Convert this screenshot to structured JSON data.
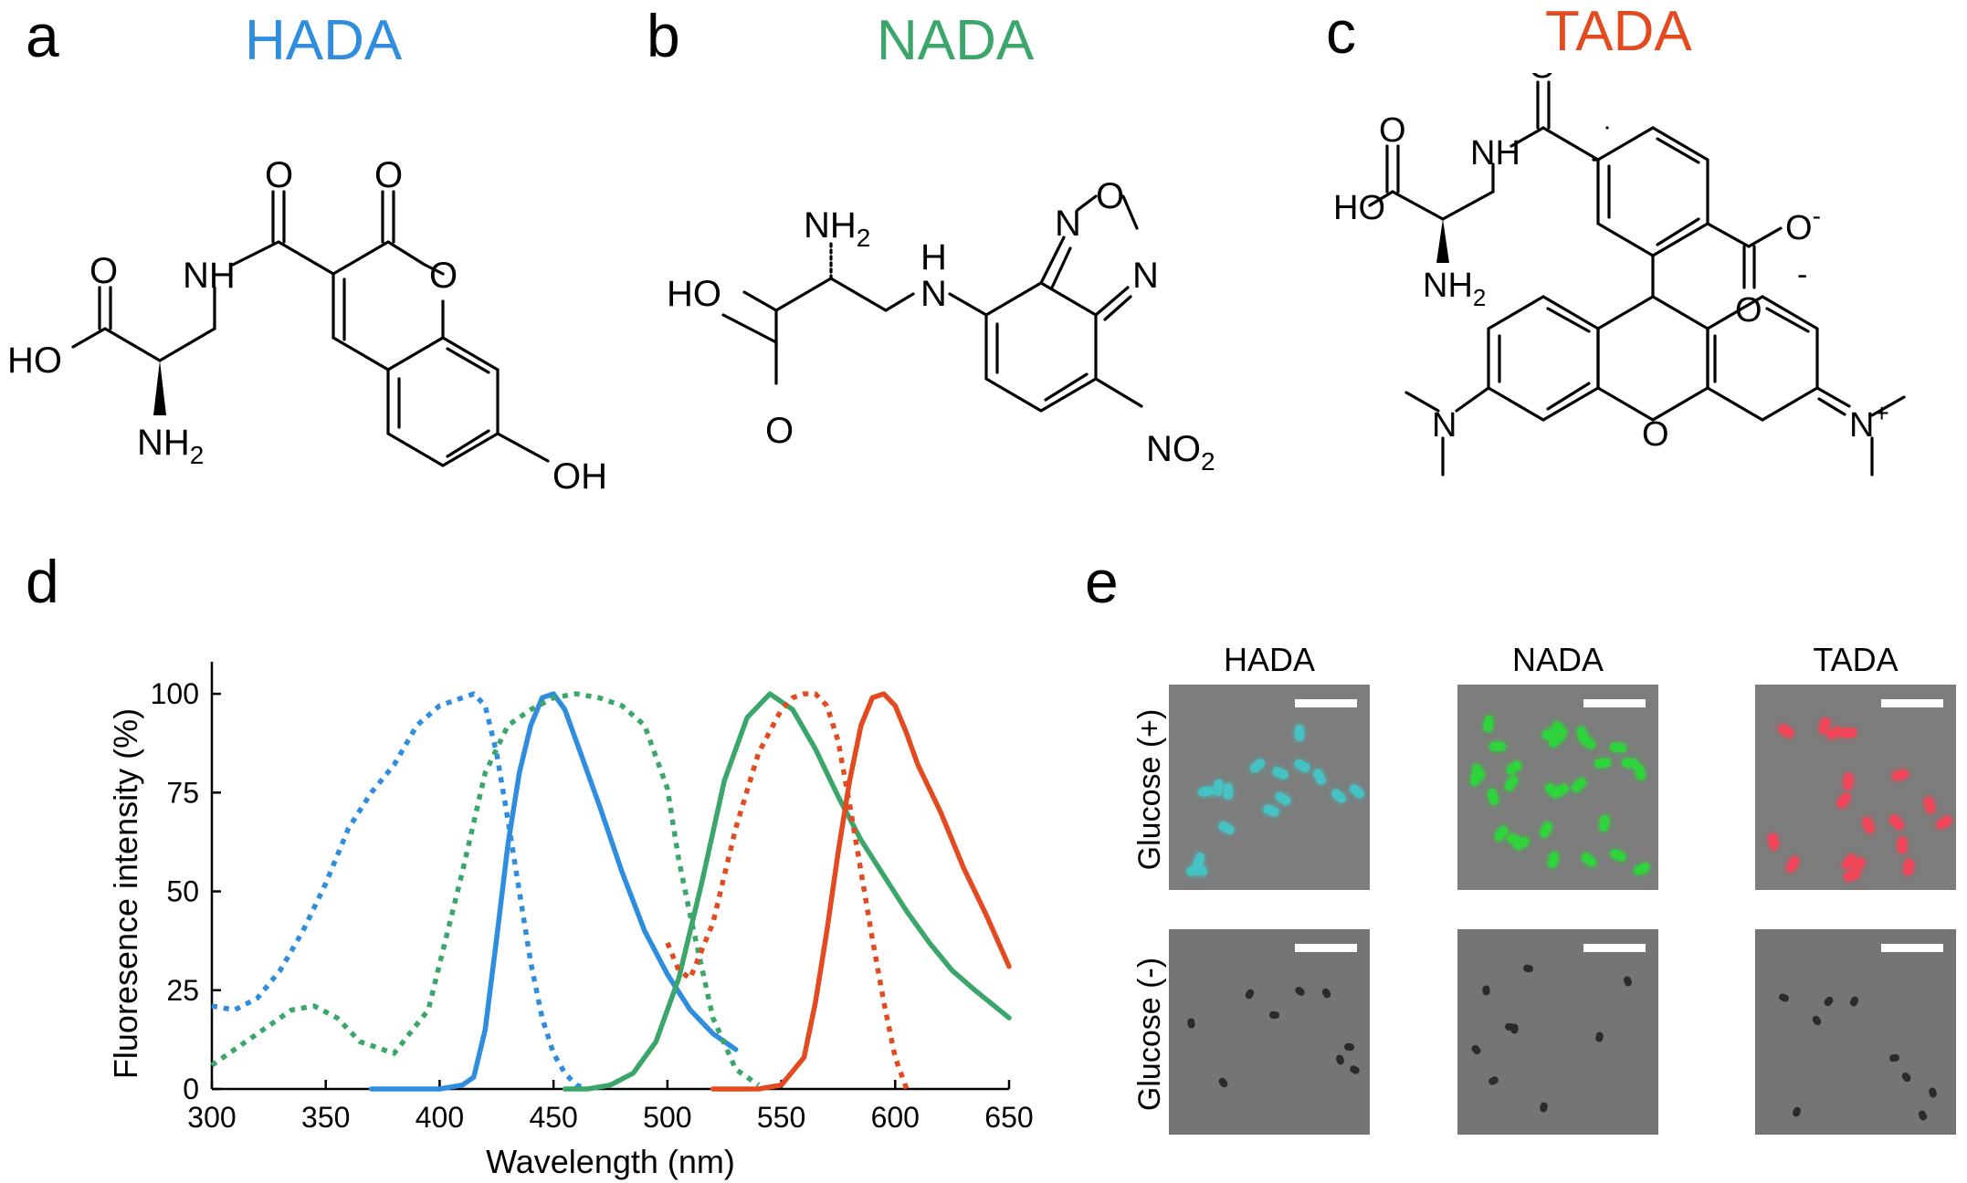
{
  "panels": {
    "a": {
      "letter": "a",
      "title": "HADA",
      "title_color": "#2f8ddf"
    },
    "b": {
      "letter": "b",
      "title": "NADA",
      "title_color": "#3aa66a"
    },
    "c": {
      "letter": "c",
      "title": "TADA",
      "title_color": "#e34a1f"
    },
    "d": {
      "letter": "d"
    },
    "e": {
      "letter": "e"
    }
  },
  "structures": {
    "hada": {
      "oh_left": "HO",
      "nh": "NH",
      "nh2": "NH",
      "nh2_sub": "2",
      "o_top1": "O",
      "o_top2": "O",
      "o_acid": "O",
      "o_ring": "O",
      "oh_right": "OH"
    },
    "nada": {
      "nh2": "NH",
      "nh2_sub": "2",
      "ho": "HO",
      "o_acid": "O",
      "h": "H",
      "n_amine": "N",
      "n_top": "N",
      "o_top": "O",
      "n_right": "N",
      "no2": "NO",
      "no2_sub": "2"
    },
    "tada": {
      "o_top": "O",
      "nh": "NH",
      "o_acid": "O",
      "ho": "HO",
      "nh2": "NH",
      "nh2_sub": "2",
      "o_carboxylate": "O",
      "minus": "-",
      "o_bottom": "O",
      "n_left": "N",
      "n_right": "N",
      "plus": "+",
      "o_ring": "O"
    }
  },
  "chart_data": {
    "type": "line",
    "xlabel": "Wavelength (nm)",
    "ylabel": "Fluoresence intensity (%)",
    "xlim": [
      300,
      650
    ],
    "ylim": [
      0,
      100
    ],
    "xticks": [
      300,
      350,
      400,
      450,
      500,
      550,
      600,
      650
    ],
    "yticks": [
      0,
      25,
      50,
      75,
      100
    ],
    "series": [
      {
        "dye": "HADA",
        "kind": "excitation",
        "style": "dotted",
        "color": "#2f8ddf",
        "x": [
          300,
          310,
          320,
          330,
          340,
          350,
          360,
          370,
          380,
          390,
          400,
          410,
          415,
          420,
          425,
          430,
          435,
          440,
          445,
          450,
          455,
          460,
          465
        ],
        "y": [
          21,
          20,
          23,
          30,
          40,
          52,
          66,
          75,
          82,
          92,
          97,
          99,
          100,
          97,
          85,
          68,
          50,
          32,
          18,
          9,
          4,
          1,
          0
        ]
      },
      {
        "dye": "HADA",
        "kind": "emission",
        "style": "solid",
        "color": "#2f8ddf",
        "x": [
          370,
          400,
          410,
          415,
          420,
          425,
          430,
          435,
          440,
          445,
          450,
          455,
          460,
          470,
          480,
          490,
          500,
          510,
          520,
          530
        ],
        "y": [
          0,
          0,
          1,
          3,
          15,
          38,
          62,
          80,
          92,
          99,
          100,
          96,
          88,
          72,
          55,
          40,
          29,
          20,
          14,
          10
        ]
      },
      {
        "dye": "NADA",
        "kind": "excitation",
        "style": "dotted",
        "color": "#3aa66a",
        "x": [
          300,
          320,
          335,
          345,
          355,
          365,
          380,
          395,
          410,
          420,
          430,
          440,
          450,
          460,
          470,
          480,
          490,
          500,
          505,
          510,
          520,
          530,
          540
        ],
        "y": [
          6,
          14,
          20,
          21,
          18,
          12,
          9,
          20,
          55,
          80,
          92,
          96,
          99,
          100,
          99,
          97,
          92,
          76,
          58,
          44,
          18,
          5,
          1
        ]
      },
      {
        "dye": "NADA",
        "kind": "emission",
        "style": "solid",
        "color": "#3aa66a",
        "x": [
          455,
          465,
          475,
          485,
          495,
          505,
          515,
          525,
          535,
          545,
          555,
          565,
          575,
          585,
          595,
          605,
          615,
          625,
          635,
          650
        ],
        "y": [
          0,
          0,
          1,
          4,
          12,
          28,
          52,
          78,
          94,
          100,
          96,
          86,
          74,
          63,
          54,
          45,
          37,
          30,
          25,
          18
        ]
      },
      {
        "dye": "TADA",
        "kind": "excitation",
        "style": "dotted",
        "color": "#e34a1f",
        "x": [
          500,
          505,
          510,
          520,
          530,
          540,
          550,
          555,
          560,
          565,
          570,
          575,
          580,
          585,
          590,
          595,
          600,
          605
        ],
        "y": [
          37,
          30,
          28,
          42,
          66,
          85,
          96,
          99,
          100,
          100,
          97,
          88,
          72,
          55,
          38,
          22,
          8,
          0
        ]
      },
      {
        "dye": "TADA",
        "kind": "emission",
        "style": "solid",
        "color": "#e34a1f",
        "x": [
          520,
          540,
          550,
          560,
          565,
          570,
          575,
          580,
          585,
          590,
          595,
          600,
          605,
          610,
          620,
          630,
          640,
          650
        ],
        "y": [
          0,
          0,
          1,
          8,
          22,
          40,
          60,
          78,
          92,
          99,
          100,
          97,
          90,
          82,
          70,
          56,
          44,
          31
        ]
      }
    ]
  },
  "microscopy": {
    "columns": [
      "HADA",
      "NADA",
      "TADA"
    ],
    "rows": [
      "Glucose (+)",
      "Glucose (-)"
    ],
    "cell_colors": {
      "HADA": "#46c2c4",
      "NADA": "#2fd33b",
      "TADA": "#f2465a",
      "negative": "#2a2b2b"
    }
  }
}
